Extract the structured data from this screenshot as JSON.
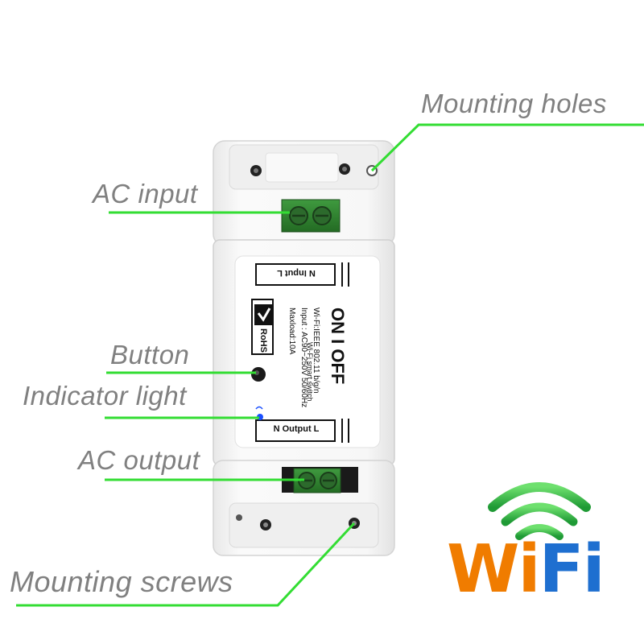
{
  "callouts": {
    "mounting_holes": "Mounting holes",
    "ac_input": "AC input",
    "button": "Button",
    "indicator_light": "Indicator light",
    "ac_output": "AC output",
    "mounting_screws": "Mounting screws"
  },
  "device_label": {
    "input_terminals": "N   Input   L",
    "output_terminals": "N   Output   L",
    "product_title": "Wi-Fi smart switch",
    "on_off": "ON I OFF",
    "spec_wifi": "Wi-Fi:IEEE 802.11 b/g/n",
    "spec_input": "Input : AC90~250V 50/60Hz",
    "spec_maxload": "Maxload:10A",
    "rohs": "RoHS"
  },
  "logo": {
    "text": "WiFi"
  },
  "colors": {
    "leader_line": "#33dd33",
    "callout_text": "#808080",
    "terminal_green": "#2e7d2e",
    "indicator_blue": "#1a4fff",
    "logo_orange": "#f07c00",
    "logo_blue": "#1e6fd0",
    "logo_green": "#3cb54a"
  }
}
